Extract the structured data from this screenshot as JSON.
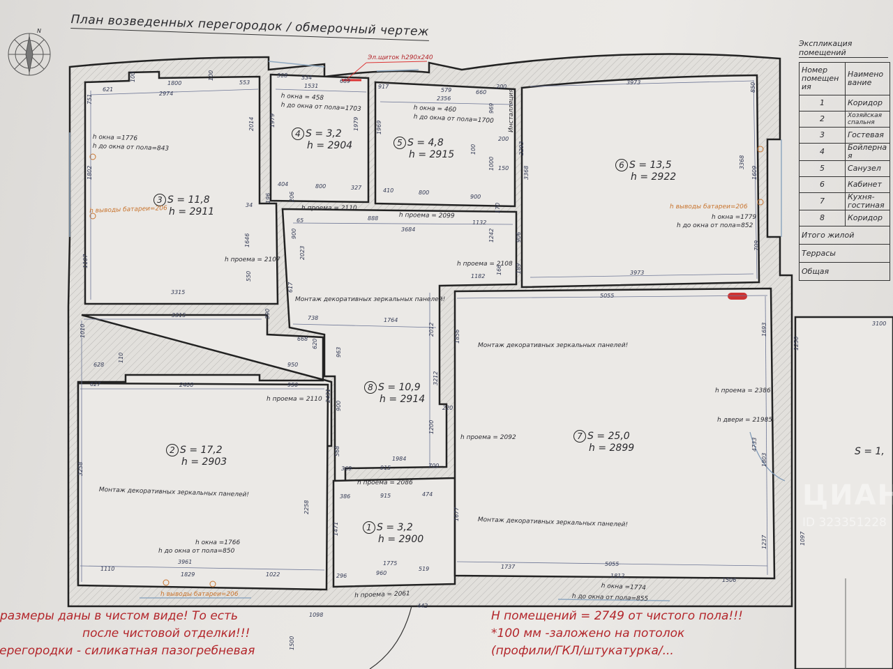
{
  "title": "План возведенных перегородок / обмерочный чертеж",
  "compass_label": "N",
  "electrical_panel_note": "Эл.щиток h290x240",
  "rooms": [
    {
      "num": "1",
      "area": "S = 3,2",
      "height": "h = 2900"
    },
    {
      "num": "2",
      "area": "S = 17,2",
      "height": "h = 2903"
    },
    {
      "num": "3",
      "area": "S = 11,8",
      "height": "h = 2911"
    },
    {
      "num": "4",
      "area": "S = 3,2",
      "height": "h = 2904"
    },
    {
      "num": "5",
      "area": "S = 4,8",
      "height": "h = 2915"
    },
    {
      "num": "6",
      "area": "S = 13,5",
      "height": "h = 2922"
    },
    {
      "num": "7",
      "area": "S = 25,0",
      "height": "h = 2899"
    },
    {
      "num": "8",
      "area": "S = 10,9",
      "height": "h = 2914"
    }
  ],
  "partial_room_area": "S = 1,",
  "notes": [
    "h окна =1776",
    "h до окна от пола=843",
    "h выводы батареи=206",
    "h окна = 458",
    "h до окна от пола=1703",
    "h окна = 460",
    "h до окна от пола=1700",
    "Инсталляция",
    "h выводы батареи=206",
    "h окна =1779",
    "h до окна от пола=852",
    "h проема = 2107",
    "h проема = 2110",
    "h проема = 2099",
    "h проема = 2108",
    "Монтаж декоративных зеркальных панелей!",
    "Монтаж декоративных зеркальных панелей!",
    "h проема = 2110",
    "h проема = 2092",
    "h проема = 2386",
    "h двери = 21985",
    "Монтаж декоративных зеркальных панелей!",
    "h проема = 2086",
    "Монтаж декоративных зеркальных панелей!",
    "h окна =1766",
    "h до окна от пола=850",
    "h выводы батареи=206",
    "h проема = 2061",
    "h окна =1774",
    "h до окна от пола=855"
  ],
  "dims": [
    "621",
    "1800",
    "553",
    "2974",
    "751",
    "1802",
    "2014",
    "1107",
    "3315",
    "1646",
    "550",
    "34",
    "196",
    "100",
    "100",
    "308",
    "534",
    "689",
    "1531",
    "1979",
    "1979",
    "404",
    "800",
    "327",
    "917",
    "579",
    "660",
    "2356",
    "1969",
    "969",
    "200",
    "200",
    "100",
    "150",
    "1000",
    "410",
    "800",
    "900",
    "2293",
    "3973",
    "850",
    "3368",
    "3368",
    "1609",
    "906",
    "709",
    "3973",
    "189",
    "206",
    "65",
    "888",
    "3684",
    "1132",
    "170",
    "900",
    "2023",
    "1242",
    "1182",
    "166",
    "617",
    "738",
    "1764",
    "963",
    "2012",
    "3212",
    "2431",
    "900",
    "1200",
    "568",
    "1984",
    "369",
    "915",
    "700",
    "220",
    "1856",
    "3315",
    "1010",
    "390",
    "668",
    "620",
    "628",
    "110",
    "950",
    "627",
    "2400",
    "950",
    "3258",
    "2258",
    "3961",
    "1110",
    "1829",
    "1022",
    "386",
    "915",
    "474",
    "1471",
    "1775",
    "296",
    "960",
    "519",
    "1677",
    "5055",
    "1693",
    "1250",
    "3100",
    "4733",
    "1803",
    "1237",
    "1097",
    "5055",
    "1737",
    "1812",
    "1506",
    "1098",
    "442",
    "1500"
  ],
  "explication": {
    "title": "Экспликация помещений",
    "header_num": "Номер помещения",
    "header_name": "Наименование",
    "rows": [
      {
        "num": "1",
        "name": "Коридор"
      },
      {
        "num": "2",
        "name": "Хозяйская спальня"
      },
      {
        "num": "3",
        "name": "Гостевая"
      },
      {
        "num": "4",
        "name": "Бойлерная"
      },
      {
        "num": "5",
        "name": "Санузел"
      },
      {
        "num": "6",
        "name": "Кабинет"
      },
      {
        "num": "7",
        "name": "Кухня-гостиная"
      },
      {
        "num": "8",
        "name": "Коридор"
      }
    ],
    "totals": [
      "Итого жилой",
      "Террасы",
      "Общая"
    ]
  },
  "bottom_left_note": [
    "размеры даны в чистом виде! То есть",
    "после чистовой отделки!!!",
    "перегородки - силикатная пазогребневая"
  ],
  "bottom_right_note": [
    "H помещений = 2749 от чистого пола!!!",
    "*100 мм -заложено на потолок",
    "(профили/ГКЛ/штукатурка/..."
  ],
  "watermark": {
    "brand": "ЦИАН",
    "id": "ID 323351228"
  },
  "colors": {
    "paper": "#e9e7e4",
    "wall": "#222222",
    "dim": "#333a55",
    "note_red": "#b3262b",
    "note_orange": "#c8742e"
  }
}
